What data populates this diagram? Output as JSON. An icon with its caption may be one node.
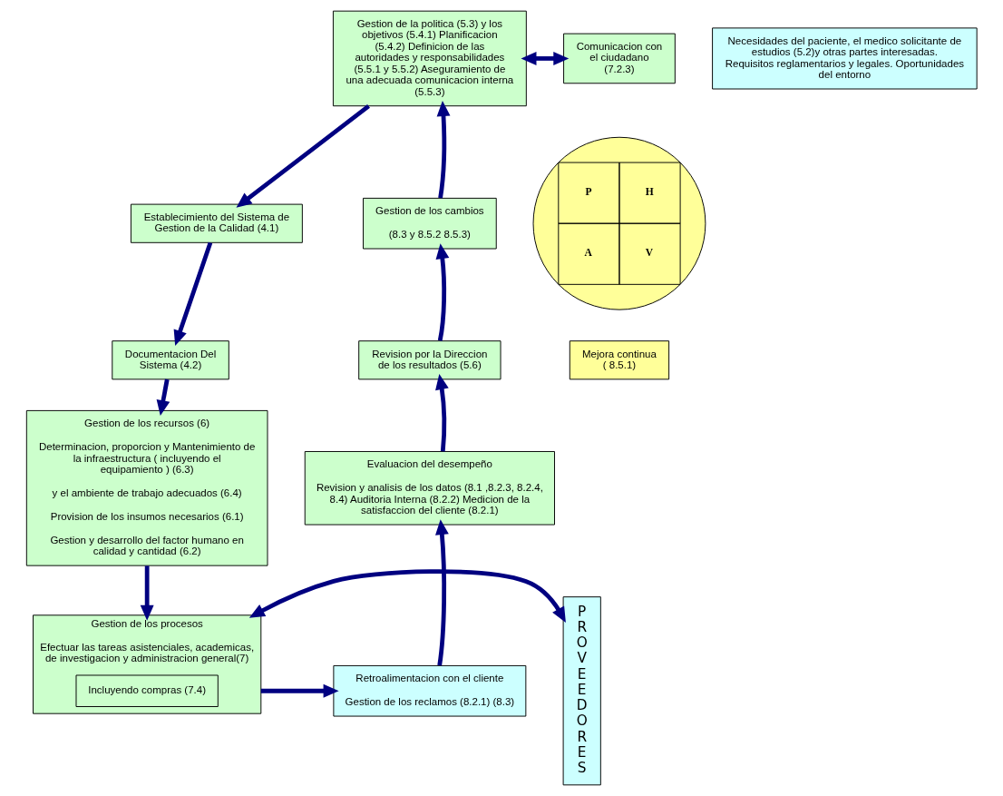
{
  "diagram": {
    "nodes": [
      {
        "text": [
          "Gestion de la politica (5.3) y los objetivos (5.4.1) Planificacion (5.4.2) Definicion de las autoridades y responsabilidades (5.5.1 y 5.5.2) Aseguramiento de una adecuada comunicacion interna (5.5.3)"
        ]
      },
      {
        "text": [
          "Comunicacion con el ciudadano (7.2.3)"
        ]
      },
      {
        "text": [
          "Necesidades del paciente, el medico solicitante de estudios (5.2)y otras partes interesadas. Requisitos reglamentarios y legales. Oportunidades del entorno"
        ]
      },
      {
        "text": [
          "Establecimiento del Sistema de Gestion de la Calidad (4.1)"
        ]
      },
      {
        "text": [
          "Documentacion Del Sistema (4.2)"
        ]
      },
      {
        "text": [
          "Gestion de los recursos (6)",
          "Determinacion, proporcion y Mantenimiento de la infraestructura ( incluyendo el equipamiento ) (6.3)",
          "y el ambiente de trabajo adecuados (6.4)",
          "Provision de los insumos necesarios (6.1)",
          "Gestion y desarrollo del factor humano en calidad y cantidad (6.2)"
        ]
      },
      {
        "text": [
          "PROVEEDORES"
        ]
      },
      {
        "text": [
          "Gestion de los procesos",
          "Efectuar las tareas asistenciales, academicas, de investigacion y administracion general(7)"
        ]
      },
      {
        "text": [
          "Incluyendo compras (7.4)"
        ],
        "in": 7
      },
      {
        "text": [
          "Retroalimentacion con el cliente",
          "Gestion de los reclamos (8.2.1) (8.3)"
        ]
      },
      {
        "text": [
          "Evaluacion del desempeño",
          "Revision y analisis de los datos (8.1 ,8.2.3, 8.2.4, 8.4) Auditoria Interna (8.2.2) Medicion de la satisfaccion del cliente (8.2.1)"
        ]
      },
      {
        "text": [
          "Revision por la Direccion de los resultados (5.6)"
        ]
      },
      {
        "text": [
          "Gestion de los cambios",
          "(8.3 y 8.5.2 8.5.3)"
        ]
      },
      {
        "text": [
          "P",
          "H",
          "A",
          "V"
        ]
      },
      {
        "text": [
          "Mejora continua ( 8.5.1)"
        ]
      }
    ],
    "edges": [
      {
        "from": 0,
        "to": 1,
        "arrow": "both"
      },
      {
        "from": 0,
        "to": 3,
        "arrow": "to"
      },
      {
        "from": 3,
        "to": 4,
        "arrow": "to"
      },
      {
        "from": 4,
        "to": 5,
        "arrow": "to"
      },
      {
        "from": 5,
        "to": 7,
        "arrow": "to"
      },
      {
        "from": 7,
        "to": 6,
        "arrow": "both"
      },
      {
        "from": 7,
        "to": 9,
        "arrow": "to"
      },
      {
        "from": 9,
        "to": 10,
        "arrow": "to"
      },
      {
        "from": 10,
        "to": 11,
        "arrow": "to"
      },
      {
        "from": 11,
        "to": 12,
        "arrow": "to"
      },
      {
        "from": 12,
        "to": 0,
        "arrow": "to"
      }
    ]
  }
}
